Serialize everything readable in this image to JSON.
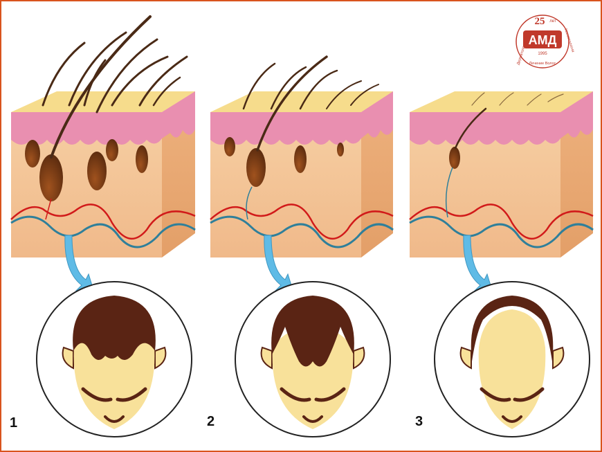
{
  "stages": [
    {
      "label": "1"
    },
    {
      "label": "2"
    },
    {
      "label": "3"
    }
  ],
  "logo": {
    "years": "25",
    "years_suffix": "лет",
    "brand": "АМД",
    "founded": "1995",
    "ring_left": "Дерматология",
    "ring_bottom": "Лечение Волос",
    "ring_right": "Косметология"
  },
  "colors": {
    "frame": "#d9541e",
    "scalp_top": "#f6dc8c",
    "epidermis": "#e98fb0",
    "dermis": "#f3c79a",
    "hair": "#4a2a16",
    "follicle": "#8b4513",
    "artery": "#d11a1a",
    "vein": "#2f7f9a",
    "arrow": "#5fbbe6",
    "head_hair": "#5a2414",
    "head_skin": "#f8e19a",
    "logo": "#c0392b"
  }
}
